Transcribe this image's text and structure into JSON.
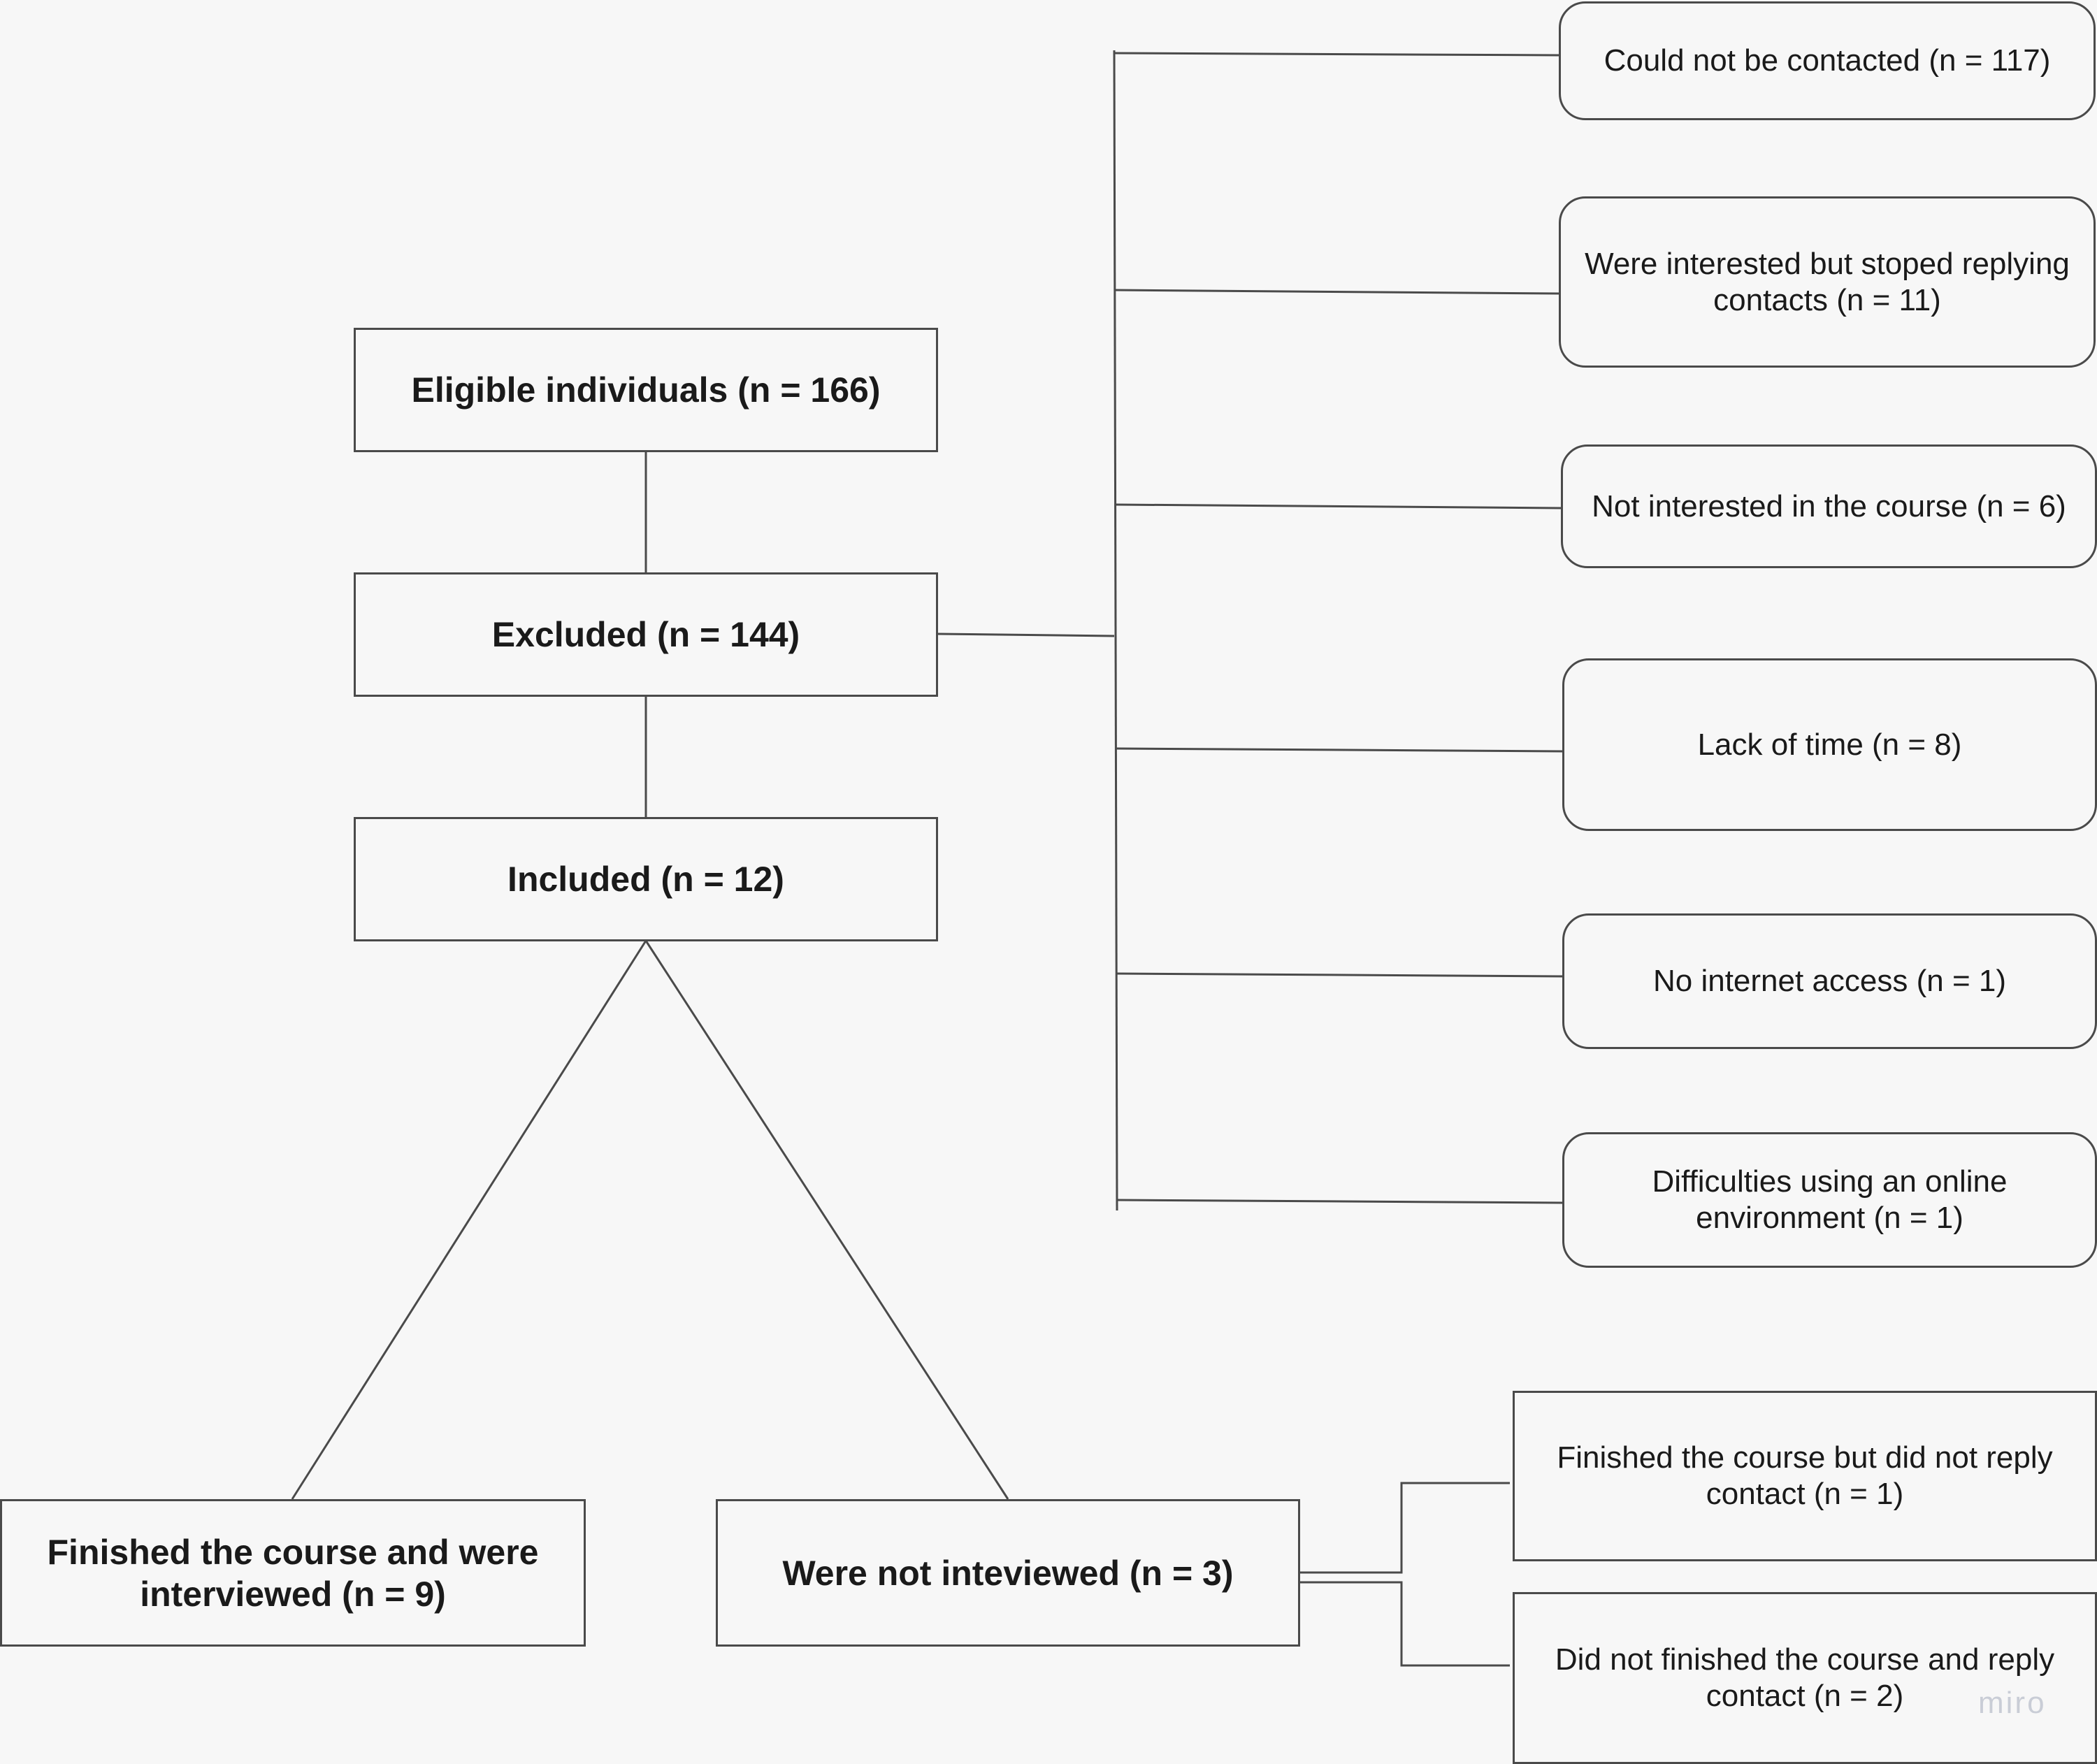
{
  "flow": {
    "eligible": "Eligible individuals (n = 166)",
    "excluded": "Excluded (n = 144)",
    "included": "Included (n = 12)",
    "finished_interviewed": "Finished the course and were interviewed (n = 9)",
    "not_interviewed": "Were not inteviewed (n = 3)"
  },
  "exclusion_reasons": [
    "Could not be contacted (n = 117)",
    "Were interested but stoped replying contacts (n = 11)",
    "Not interested in the course (n = 6)",
    "Lack of time (n = 8)",
    "No internet access (n = 1)",
    "Difficulties using an online environment (n = 1)"
  ],
  "not_interviewed_reasons": [
    "Finished the course but did not reply contact (n = 1)",
    "Did not finished the course and reply contact (n = 2)"
  ],
  "watermark": "miro"
}
